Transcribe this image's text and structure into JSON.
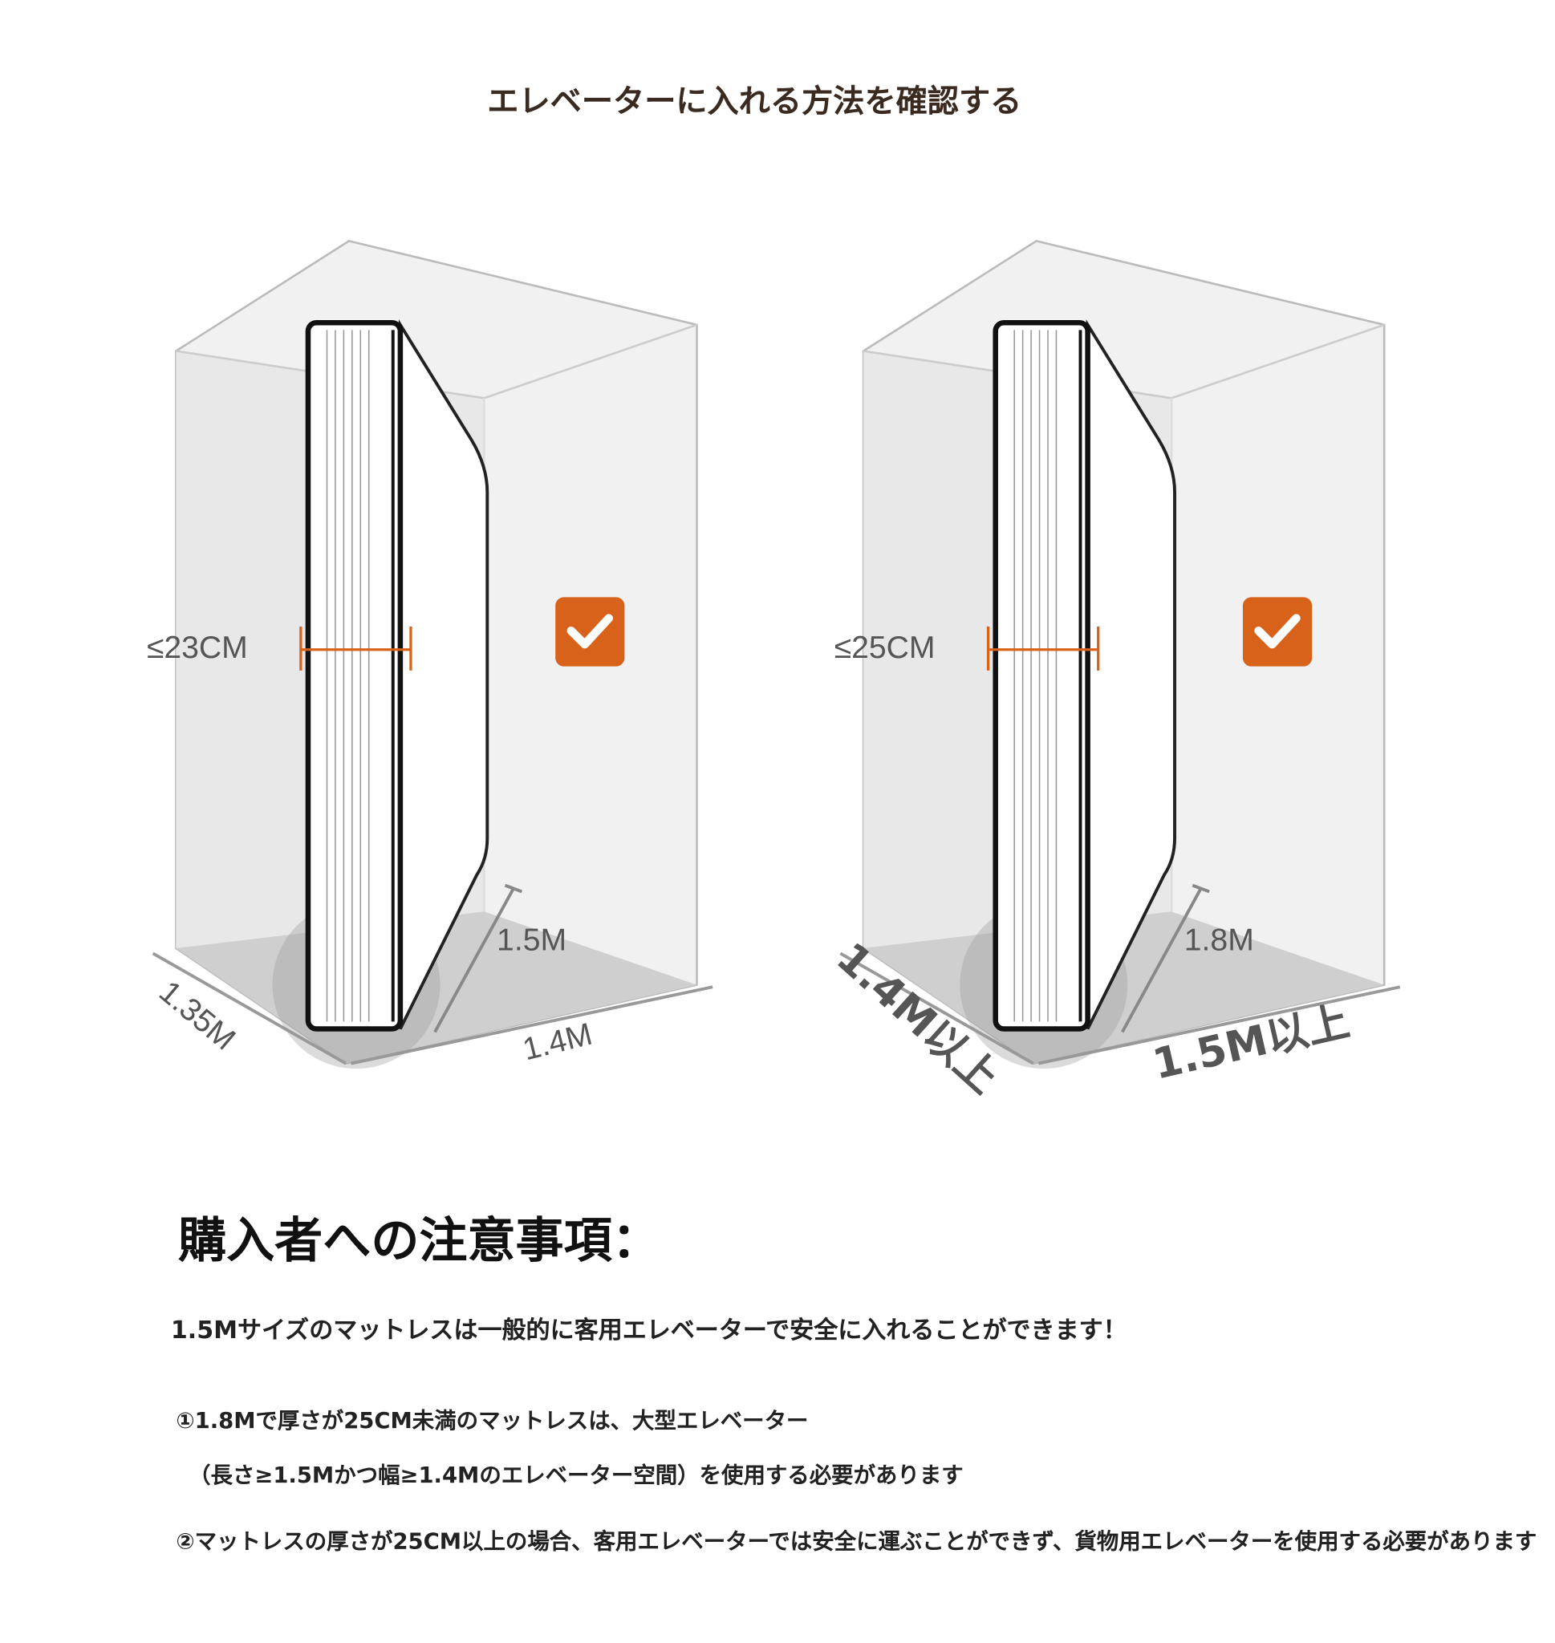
{
  "title": "エレベーターに入れる方法を確認する",
  "diagrams": [
    {
      "thickness": "≤23CM",
      "length": "1.5M",
      "depth": "1.35M",
      "width": "1.4M",
      "accent": "#d9621a"
    },
    {
      "thickness": "≤25CM",
      "length": "1.8M",
      "depth": "1.4M以上",
      "width": "1.5M以上",
      "accent": "#d9621a"
    }
  ],
  "notes": {
    "heading": "購入者への注意事項：",
    "intro": "1.5Mサイズのマットレスは一般的に客用エレベーターで安全に入れることができます！",
    "item1_line1": "①1.8Mで厚さが25CM未満のマットレスは、大型エレベーター",
    "item1_line2": "（長さ≥1.5Mかつ幅≥1.4Mのエレベーター空間）を使用する必要があります",
    "item2": "②マットレスの厚さが25CM以上の場合、客用エレベーターでは安全に運ぶことができず、貨物用エレベーターを使用する必要があります"
  }
}
